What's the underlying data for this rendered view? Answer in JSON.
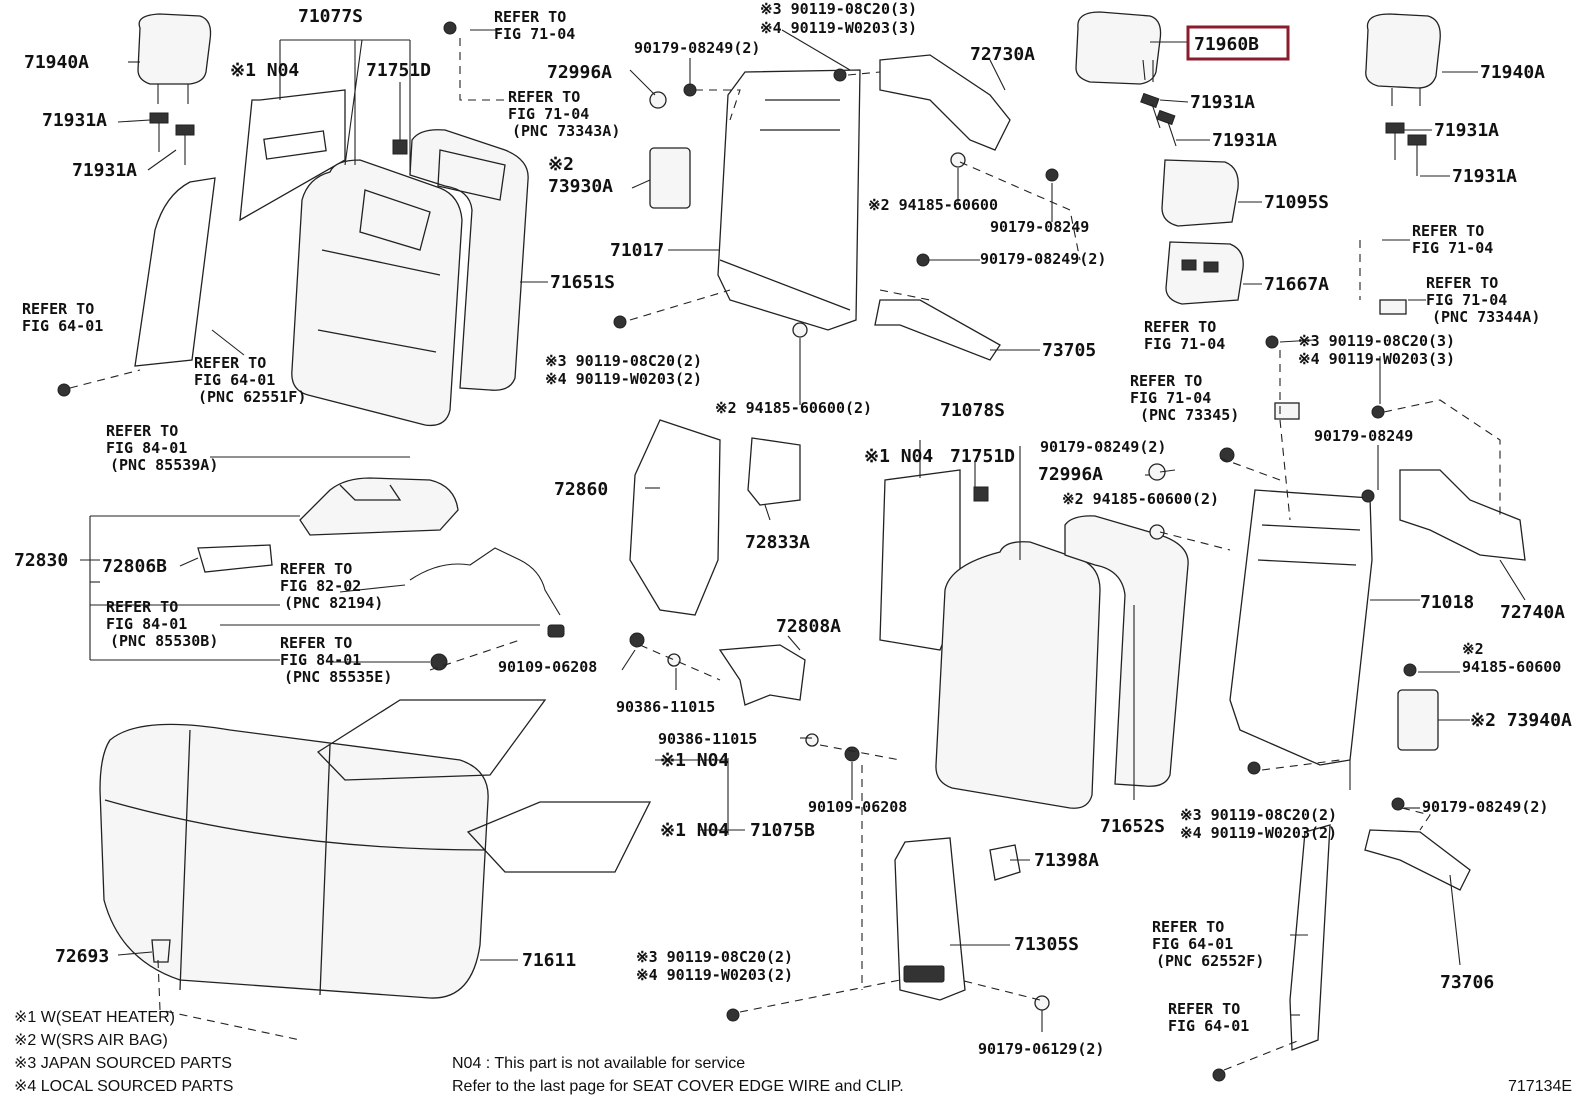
{
  "labels": {
    "71940A_left": "71940A",
    "71931A_left_1": "71931A",
    "71931A_left_2": "71931A",
    "71077S": "71077S",
    "N04_top": "※1 N04",
    "71751D_top": "71751D",
    "refer_71_04_a": [
      "REFER TO",
      "FIG 71-04"
    ],
    "refer_71_04_b": [
      "REFER TO",
      "FIG 71-04",
      "(PNC 73343A)"
    ],
    "refer_64_01_left": [
      "REFER TO",
      "FIG 64-01"
    ],
    "refer_64_01_pnc": [
      "REFER TO",
      "FIG 64-01",
      "(PNC 62551F)"
    ],
    "71651S": "71651S",
    "bolt_note_top": [
      "※3 90119-08C20(3)",
      "※4 90119-W0203(3)"
    ],
    "90179_08249_2_top": "90179-08249(2)",
    "72996A_top": "72996A",
    "73930A": [
      "※2",
      "73930A"
    ],
    "71017": "71017",
    "72730A": "72730A",
    "94185_60600_top": "※2 94185-60600",
    "90179_08249_mid": "90179-08249",
    "90179_08249_2_mid": "90179-08249(2)",
    "73705": "73705",
    "bolt_note_mid": [
      "※3 90119-08C20(2)",
      "※4 90119-W0203(2)"
    ],
    "94185_60600_2": "※2 94185-60600(2)",
    "71960B": "71960B",
    "71931A_right_1": "71931A",
    "71931A_right_2": "71931A",
    "71095S": "71095S",
    "71667A": "71667A",
    "71940A_right": "71940A",
    "71931A_far_1": "71931A",
    "71931A_far_2": "71931A",
    "refer_71_04_c": [
      "REFER TO",
      "FIG 71-04"
    ],
    "refer_71_04_d": [
      "REFER TO",
      "FIG 71-04",
      "(PNC 73344A)"
    ],
    "refer_71_04_e": [
      "REFER TO",
      "FIG 71-04"
    ],
    "bolt_note_right": [
      "※3 90119-08C20(3)",
      "※4 90119-W0203(3)"
    ],
    "refer_71_04_f": [
      "REFER TO",
      "FIG 71-04",
      "(PNC 73345)"
    ],
    "90179_08249_right": "90179-08249",
    "refer_84_01_a": [
      "REFER TO",
      "FIG 84-01",
      "(PNC 85539A)"
    ],
    "72830": "72830",
    "72806B": "72806B",
    "refer_82_02": [
      "REFER TO",
      "FIG 82-02",
      "(PNC 82194)"
    ],
    "refer_84_01_b": [
      "REFER TO",
      "FIG 84-01",
      "(PNC 85530B)"
    ],
    "refer_84_01_c": [
      "REFER TO",
      "FIG 84-01",
      "(PNC 85535E)"
    ],
    "90109_06208_a": "90109-06208",
    "72860": "72860",
    "72833A": "72833A",
    "72808A": "72808A",
    "90386_11015_a": "90386-11015",
    "90386_11015_b": "90386-11015",
    "90109_06208_b": "90109-06208",
    "71078S": "71078S",
    "N04_mid": "※1 N04",
    "71751D_mid": "71751D",
    "90179_08249_2_right": "90179-08249(2)",
    "72996A_right": "72996A",
    "94185_60600_2_right": "※2 94185-60600(2)",
    "71018": "71018",
    "72740A": "72740A",
    "94185_60600_right": [
      "※2",
      "94185-60600"
    ],
    "73940A": "※2 73940A",
    "90179_08249_2_far": "90179-08249(2)",
    "71652S": "71652S",
    "bolt_note_right_2": [
      "※3 90119-08C20(2)",
      "※4 90119-W0203(2)"
    ],
    "N04_seat1": "※1 N04",
    "N04_seat2": "※1 N04",
    "71075B": "71075B",
    "72693": "72693",
    "71611": "71611",
    "71398A": "71398A",
    "71305S": "71305S",
    "bolt_note_bottom": [
      "※3 90119-08C20(2)",
      "※4 90119-W0203(2)"
    ],
    "90179_06129_2": "90179-06129(2)",
    "refer_64_01_right": [
      "REFER TO",
      "FIG 64-01",
      "(PNC 62552F)"
    ],
    "refer_64_01_right_b": [
      "REFER TO",
      "FIG 64-01"
    ],
    "73706": "73706"
  },
  "legend": [
    "※1 W(SEAT HEATER)",
    "※2 W(SRS AIR BAG)",
    "※3 JAPAN SOURCED PARTS",
    "※4 LOCAL SOURCED PARTS"
  ],
  "notes": [
    "N04 : This part is not available for service",
    "Refer to the last page for SEAT COVER EDGE WIRE and CLIP."
  ],
  "figure_id": "717134E",
  "highlight_color": "#8b1c2c"
}
